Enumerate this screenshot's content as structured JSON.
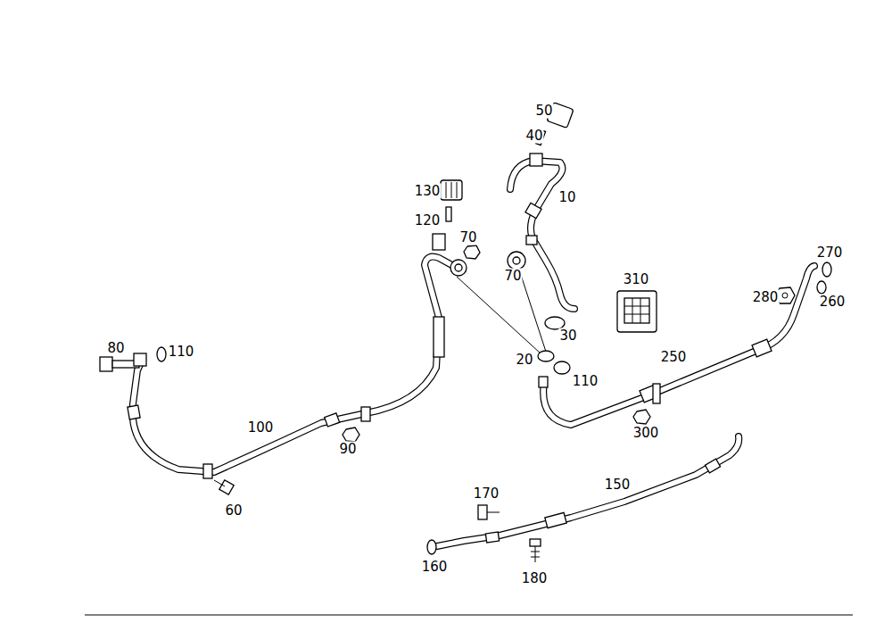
{
  "diagram": {
    "labels": [
      "50",
      "40",
      "130",
      "10",
      "120",
      "70",
      "70",
      "270",
      "310",
      "280",
      "260",
      "30",
      "80",
      "110",
      "250",
      "20",
      "110",
      "100",
      "300",
      "90",
      "170",
      "150",
      "60",
      "160",
      "180"
    ]
  }
}
